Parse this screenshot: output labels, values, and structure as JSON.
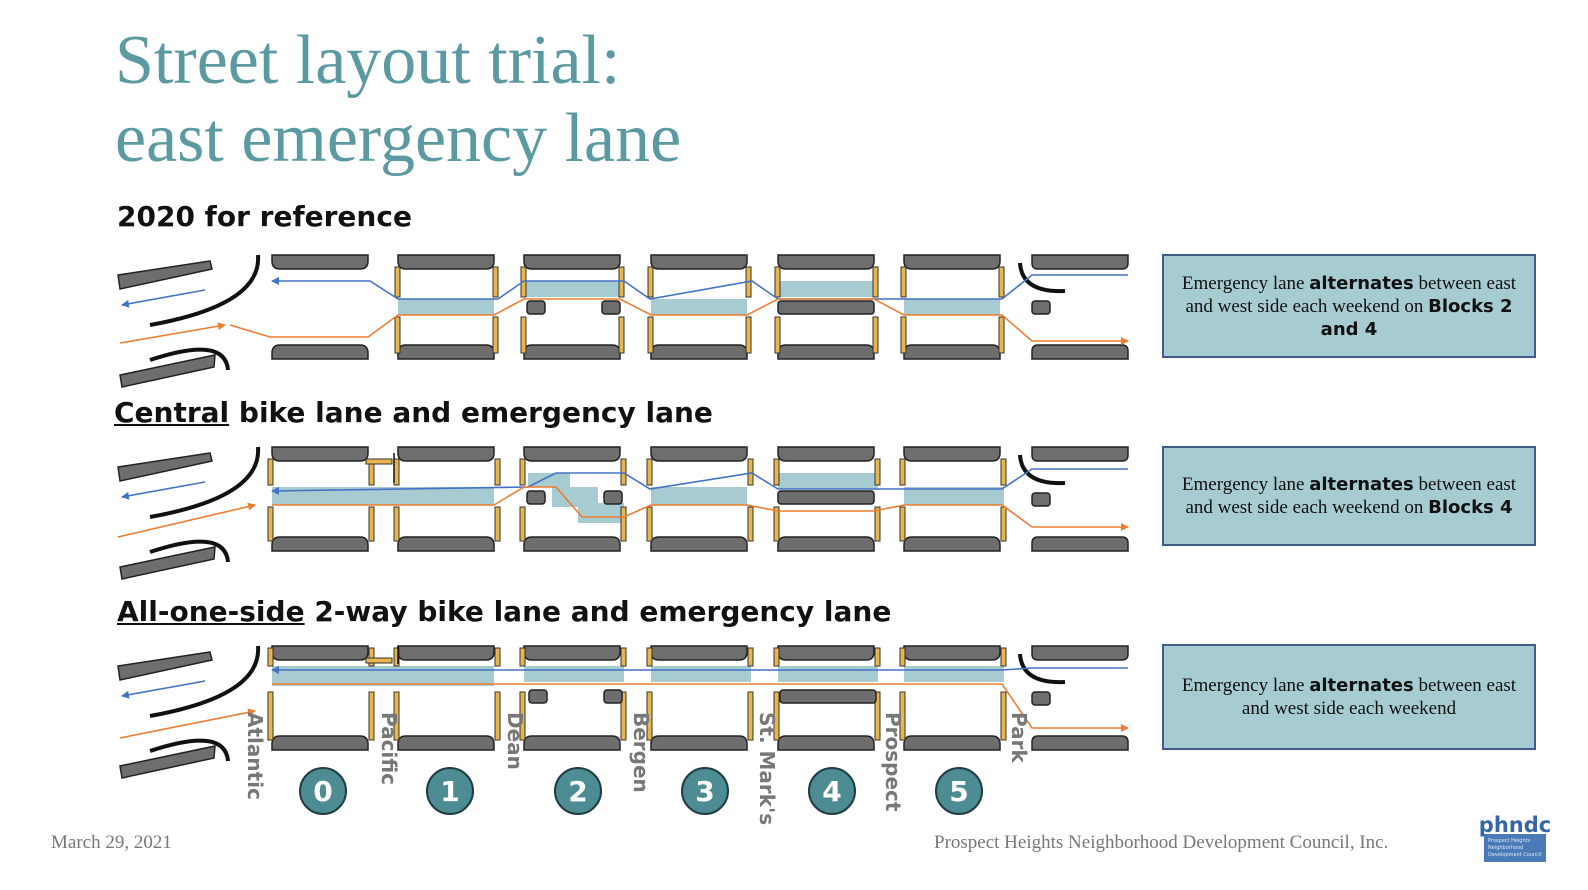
{
  "title": {
    "line1": "Street layout trial:",
    "line2": "east emergency lane"
  },
  "sections": [
    {
      "underline": "",
      "rest": "2020 for reference",
      "note": {
        "p1": "Emergency lane ",
        "b1": "alternates",
        "p2": " between east and west side each weekend on ",
        "b2": "Blocks 2 and 4"
      }
    },
    {
      "underline": "Central",
      "rest": " bike lane and emergency lane",
      "note": {
        "p1": "Emergency lane ",
        "b1": "alternates",
        "p2": " between east and west side each weekend on ",
        "b2": "Blocks 4"
      }
    },
    {
      "underline": "All-one-side",
      "rest": " 2-way bike lane and emergency lane",
      "note": {
        "p1": "Emergency lane ",
        "b1": "alternates",
        "p2": " between east and west side each weekend",
        "b2": ""
      }
    }
  ],
  "streets": [
    "Atlantic",
    "Pacific",
    "Dean",
    "Bergen",
    "St. Mark's",
    "Prospect",
    "Park"
  ],
  "blocks": [
    "0",
    "1",
    "2",
    "3",
    "4",
    "5"
  ],
  "footer": {
    "date": "March 29, 2021",
    "org": "Prospect Heights Neighborhood Development Council, Inc."
  },
  "logo": {
    "text": "phndc",
    "subtext": "Prospect Heights Neighborhood Development Council"
  },
  "colors": {
    "title": "#5b9aa0",
    "lane": "#a6cbd0",
    "west_arrow": "#4472c4",
    "east_arrow": "#ed7d31",
    "bollard": "#e8b64a",
    "block_gray": "#6e6e6e"
  }
}
